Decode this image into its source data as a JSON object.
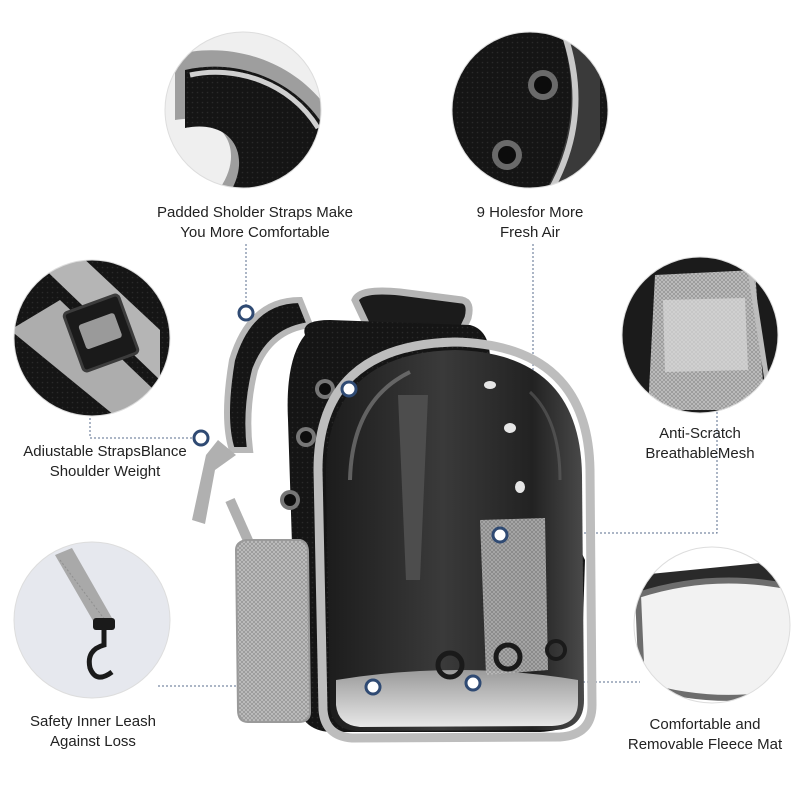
{
  "callouts": {
    "padded_straps": {
      "line1": "Padded Sholder Straps Make",
      "line2": "You More Comfortable"
    },
    "holes": {
      "line1": "9 Holesfor More",
      "line2": "Fresh Air"
    },
    "adjustable_straps": {
      "line1": "Adiustable StrapsBlance",
      "line2": "Shoulder Weight"
    },
    "mesh": {
      "line1": "Anti-Scratch",
      "line2": "BreathableMesh"
    },
    "leash": {
      "line1": "Safety Inner Leash",
      "line2": "Against Loss"
    },
    "fleece": {
      "line1": "Comfortable and",
      "line2": "Removable Fleece Mat"
    }
  },
  "colors": {
    "accent_dot": "#2f4a73",
    "bag_black": "#141414",
    "trim_gray": "#b7b7b7",
    "label_text": "#222222"
  }
}
